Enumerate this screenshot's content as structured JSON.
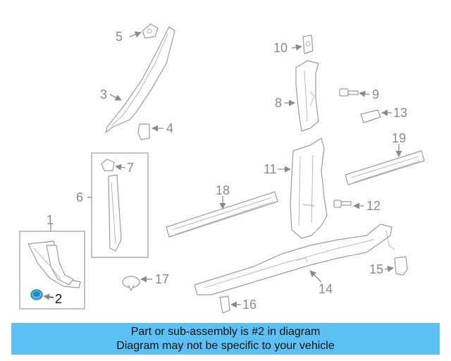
{
  "callouts": {
    "c1": "1",
    "c2": "2",
    "c3": "3",
    "c4": "4",
    "c5": "5",
    "c6": "6",
    "c7": "7",
    "c8": "8",
    "c9": "9",
    "c10": "10",
    "c11": "11",
    "c12": "12",
    "c13": "13",
    "c14": "14",
    "c15": "15",
    "c16": "16",
    "c17": "17",
    "c18": "18",
    "c19": "19"
  },
  "highlighted_part": "2",
  "colors": {
    "highlight": "#4fb6e6",
    "banner": "#5cc0f2",
    "linework": "#9a9a9a"
  },
  "banner": {
    "line1": "Part or sub-assembly is #2 in diagram",
    "line2": "Diagram may not be specific to your vehicle"
  }
}
